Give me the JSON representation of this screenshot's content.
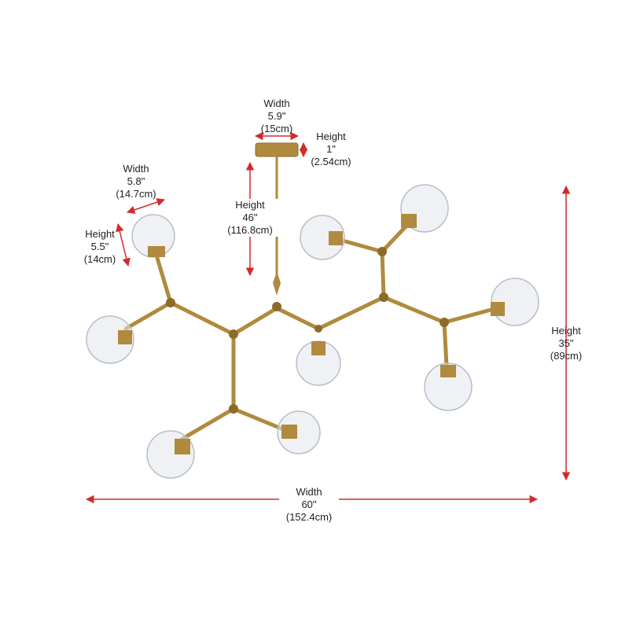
{
  "colors": {
    "brass": "#b08a3e",
    "brass_dark": "#8c6a28",
    "glass": "#d8dde2",
    "dimension": "#d42a2a"
  },
  "dimensions": {
    "canopy_width": {
      "label": "Width",
      "inch": "5.9\"",
      "cm": "(15cm)"
    },
    "canopy_height": {
      "label": "Height",
      "inch": "1\"",
      "cm": "(2.54cm)"
    },
    "rod_height": {
      "label": "Height",
      "inch": "46\"",
      "cm": "(116.8cm)"
    },
    "shade_width": {
      "label": "Width",
      "inch": "5.8\"",
      "cm": "(14.7cm)"
    },
    "shade_height": {
      "label": "Height",
      "inch": "5.5\"",
      "cm": "(14cm)"
    },
    "fixture_height": {
      "label": "Height",
      "inch": "35\"",
      "cm": "(89cm)"
    },
    "fixture_width": {
      "label": "Width",
      "inch": "60\"",
      "cm": "(152.4cm)"
    }
  }
}
